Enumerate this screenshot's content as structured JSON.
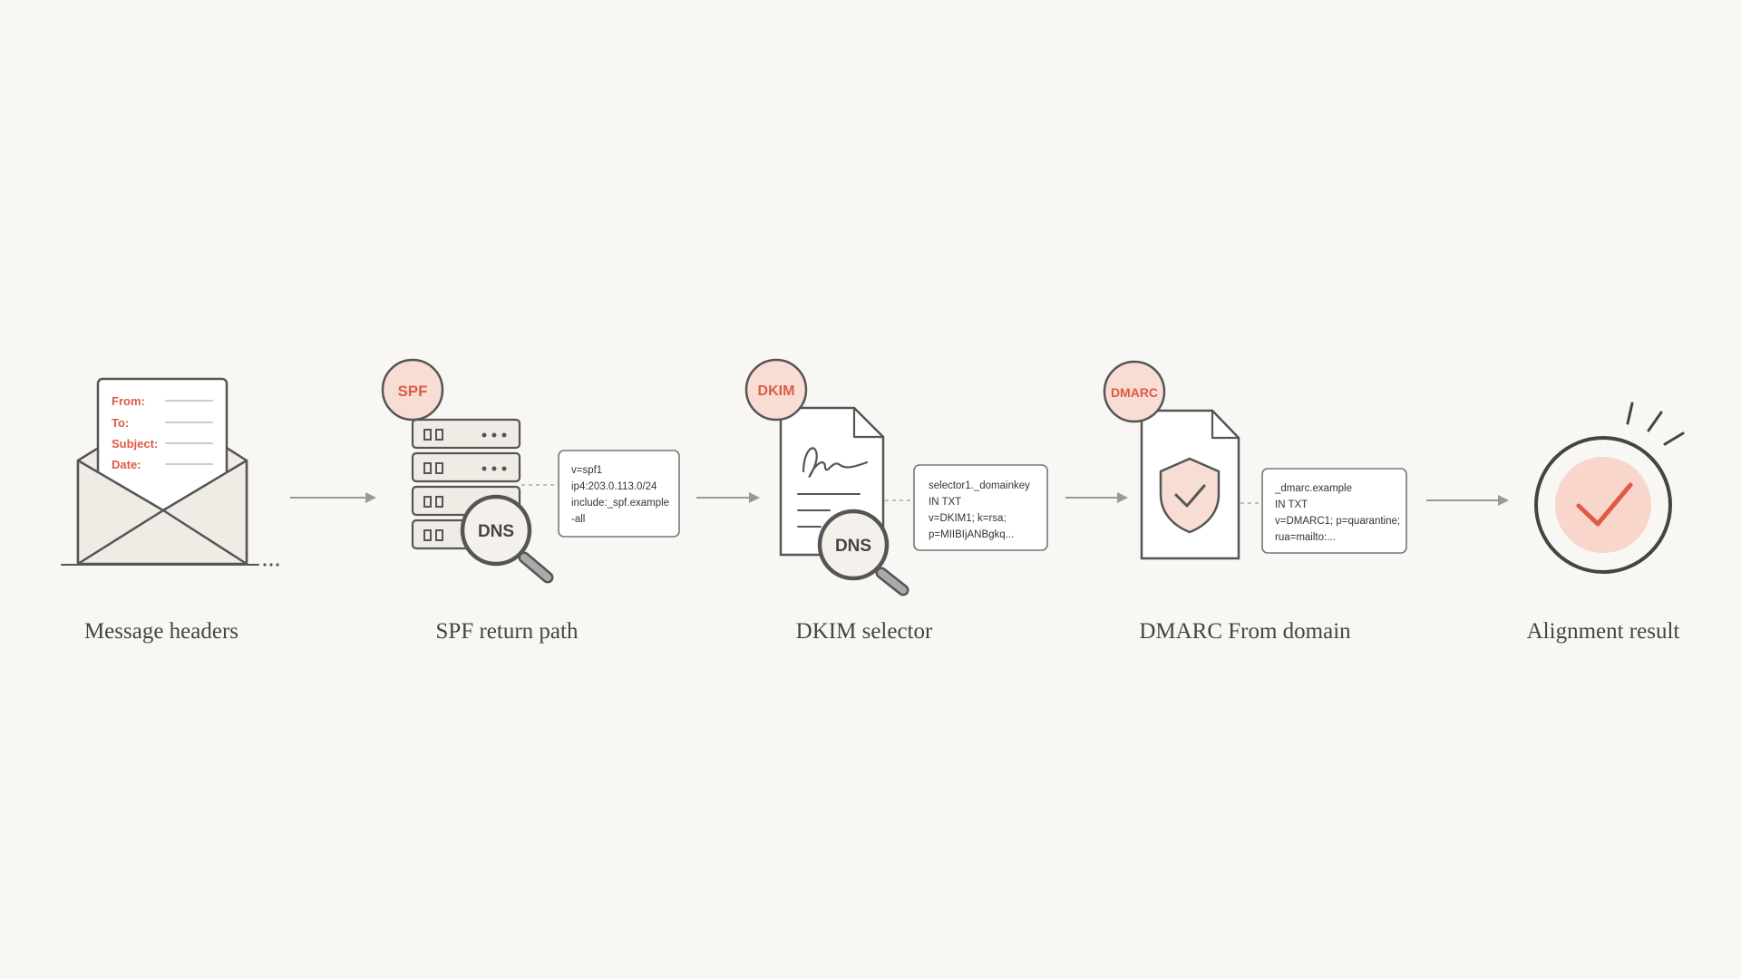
{
  "stages": [
    {
      "label": "Message headers"
    },
    {
      "label": "SPF return path",
      "badge": "SPF",
      "dns": "DNS",
      "record": [
        "v=spf1",
        "ip4:203.0.113.0/24",
        "include:_spf.example",
        "-all"
      ]
    },
    {
      "label": "DKIM selector",
      "badge": "DKIM",
      "dns": "DNS",
      "record": [
        "selector1._domainkey",
        "IN TXT",
        "v=DKIM1; k=rsa;",
        "p=MIIBIjANBgkq..."
      ]
    },
    {
      "label": "DMARC From domain",
      "badge": "DMARC",
      "record": [
        "_dmarc.example",
        "IN TXT",
        "v=DMARC1; p=quarantine;",
        "rua=mailto:..."
      ]
    },
    {
      "label": "Alignment result"
    }
  ],
  "envelope": {
    "headers": [
      "From:",
      "To:",
      "Subject:",
      "Date:"
    ]
  },
  "colors": {
    "accent": "#e05a45",
    "badge_fill": "#f8ddd4",
    "background": "#f9f7f3",
    "stroke": "#555555"
  },
  "icons": [
    "envelope-icon",
    "server-icon",
    "magnifier-icon",
    "document-icon",
    "signature-icon",
    "shield-icon",
    "checkmark-icon",
    "result-icon"
  ]
}
